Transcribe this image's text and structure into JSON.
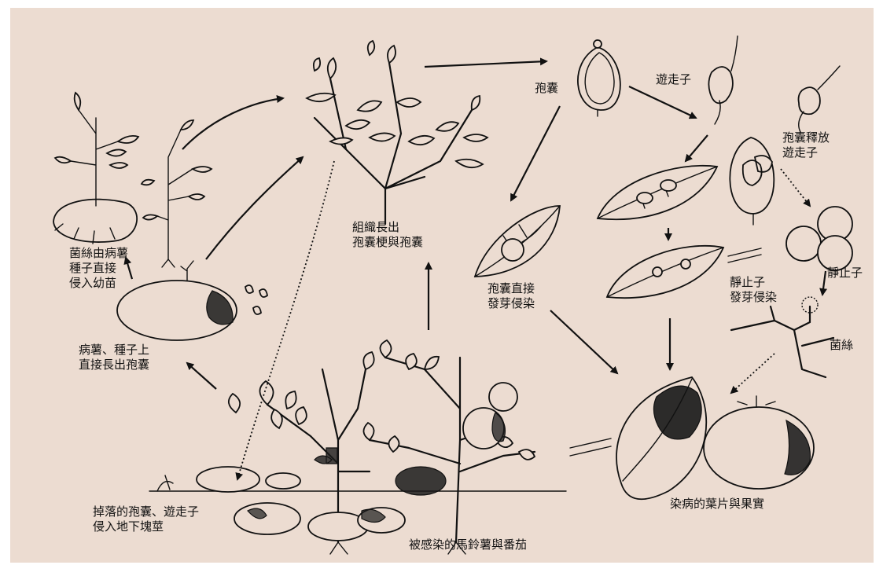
{
  "labels": {
    "seedling": [
      "菌絲由病薯",
      "種子直接",
      "侵入幼苗"
    ],
    "tuber_direct": [
      "病薯、種子上",
      "直接長出孢囊"
    ],
    "tissue": [
      "組織長出",
      "孢囊梗與孢囊"
    ],
    "sporangium": "孢囊",
    "zoospore": "遊走子",
    "release": [
      "孢囊釋放",
      "遊走子"
    ],
    "direct_germ": [
      "孢囊直接",
      "發芽侵染"
    ],
    "cyst_germ": [
      "靜止子",
      "發芽侵染"
    ],
    "cyst": "靜止子",
    "hypha": "菌絲",
    "fallen": [
      "掉落的孢囊、遊走子",
      "侵入地下塊莖"
    ],
    "infected_plants": "被感染的馬鈴薯與番茄",
    "infected_leaf_fruit": "染病的葉片與果實"
  },
  "colors": {
    "background": "#ecdcd1",
    "ink": "#111111"
  }
}
